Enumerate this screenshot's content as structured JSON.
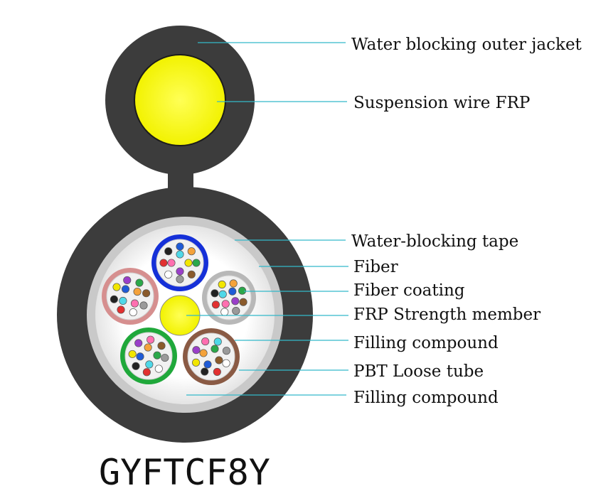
{
  "title": "GYFTCF8Y",
  "labels": {
    "outer_jacket": "Water blocking outer jacket",
    "suspension_wire": "Suspension wire FRP",
    "water_blocking_tape": "Water-blocking tape",
    "fiber": "Fiber",
    "fiber_coating": "Fiber coating",
    "frp_strength_member": "FRP Strength member",
    "filling_compound_inner": "Filling compound",
    "pbt_loose_tube": "PBT Loose tube",
    "filling_compound_outer": "Filling compound"
  },
  "colors": {
    "jacket": "#3c3c3c",
    "frp": "#f2f200",
    "tape": "#cfcfcf",
    "filling": "#f3f3f3",
    "leader": "#33b9c9",
    "tube_blue": "#1530d8",
    "tube_gray": "#b8b8b8",
    "tube_red": "#d68f8f",
    "tube_green": "#1fa83a",
    "tube_brown": "#8a5a44"
  },
  "fiber_colors": [
    "#1f5bd6",
    "#f4a23a",
    "#2aa84a",
    "#8a5a2b",
    "#9a9a9a",
    "#ffffff",
    "#e23030",
    "#222222",
    "#f2e600",
    "#9a3fc9",
    "#ff6fb0",
    "#4fd8e8"
  ]
}
